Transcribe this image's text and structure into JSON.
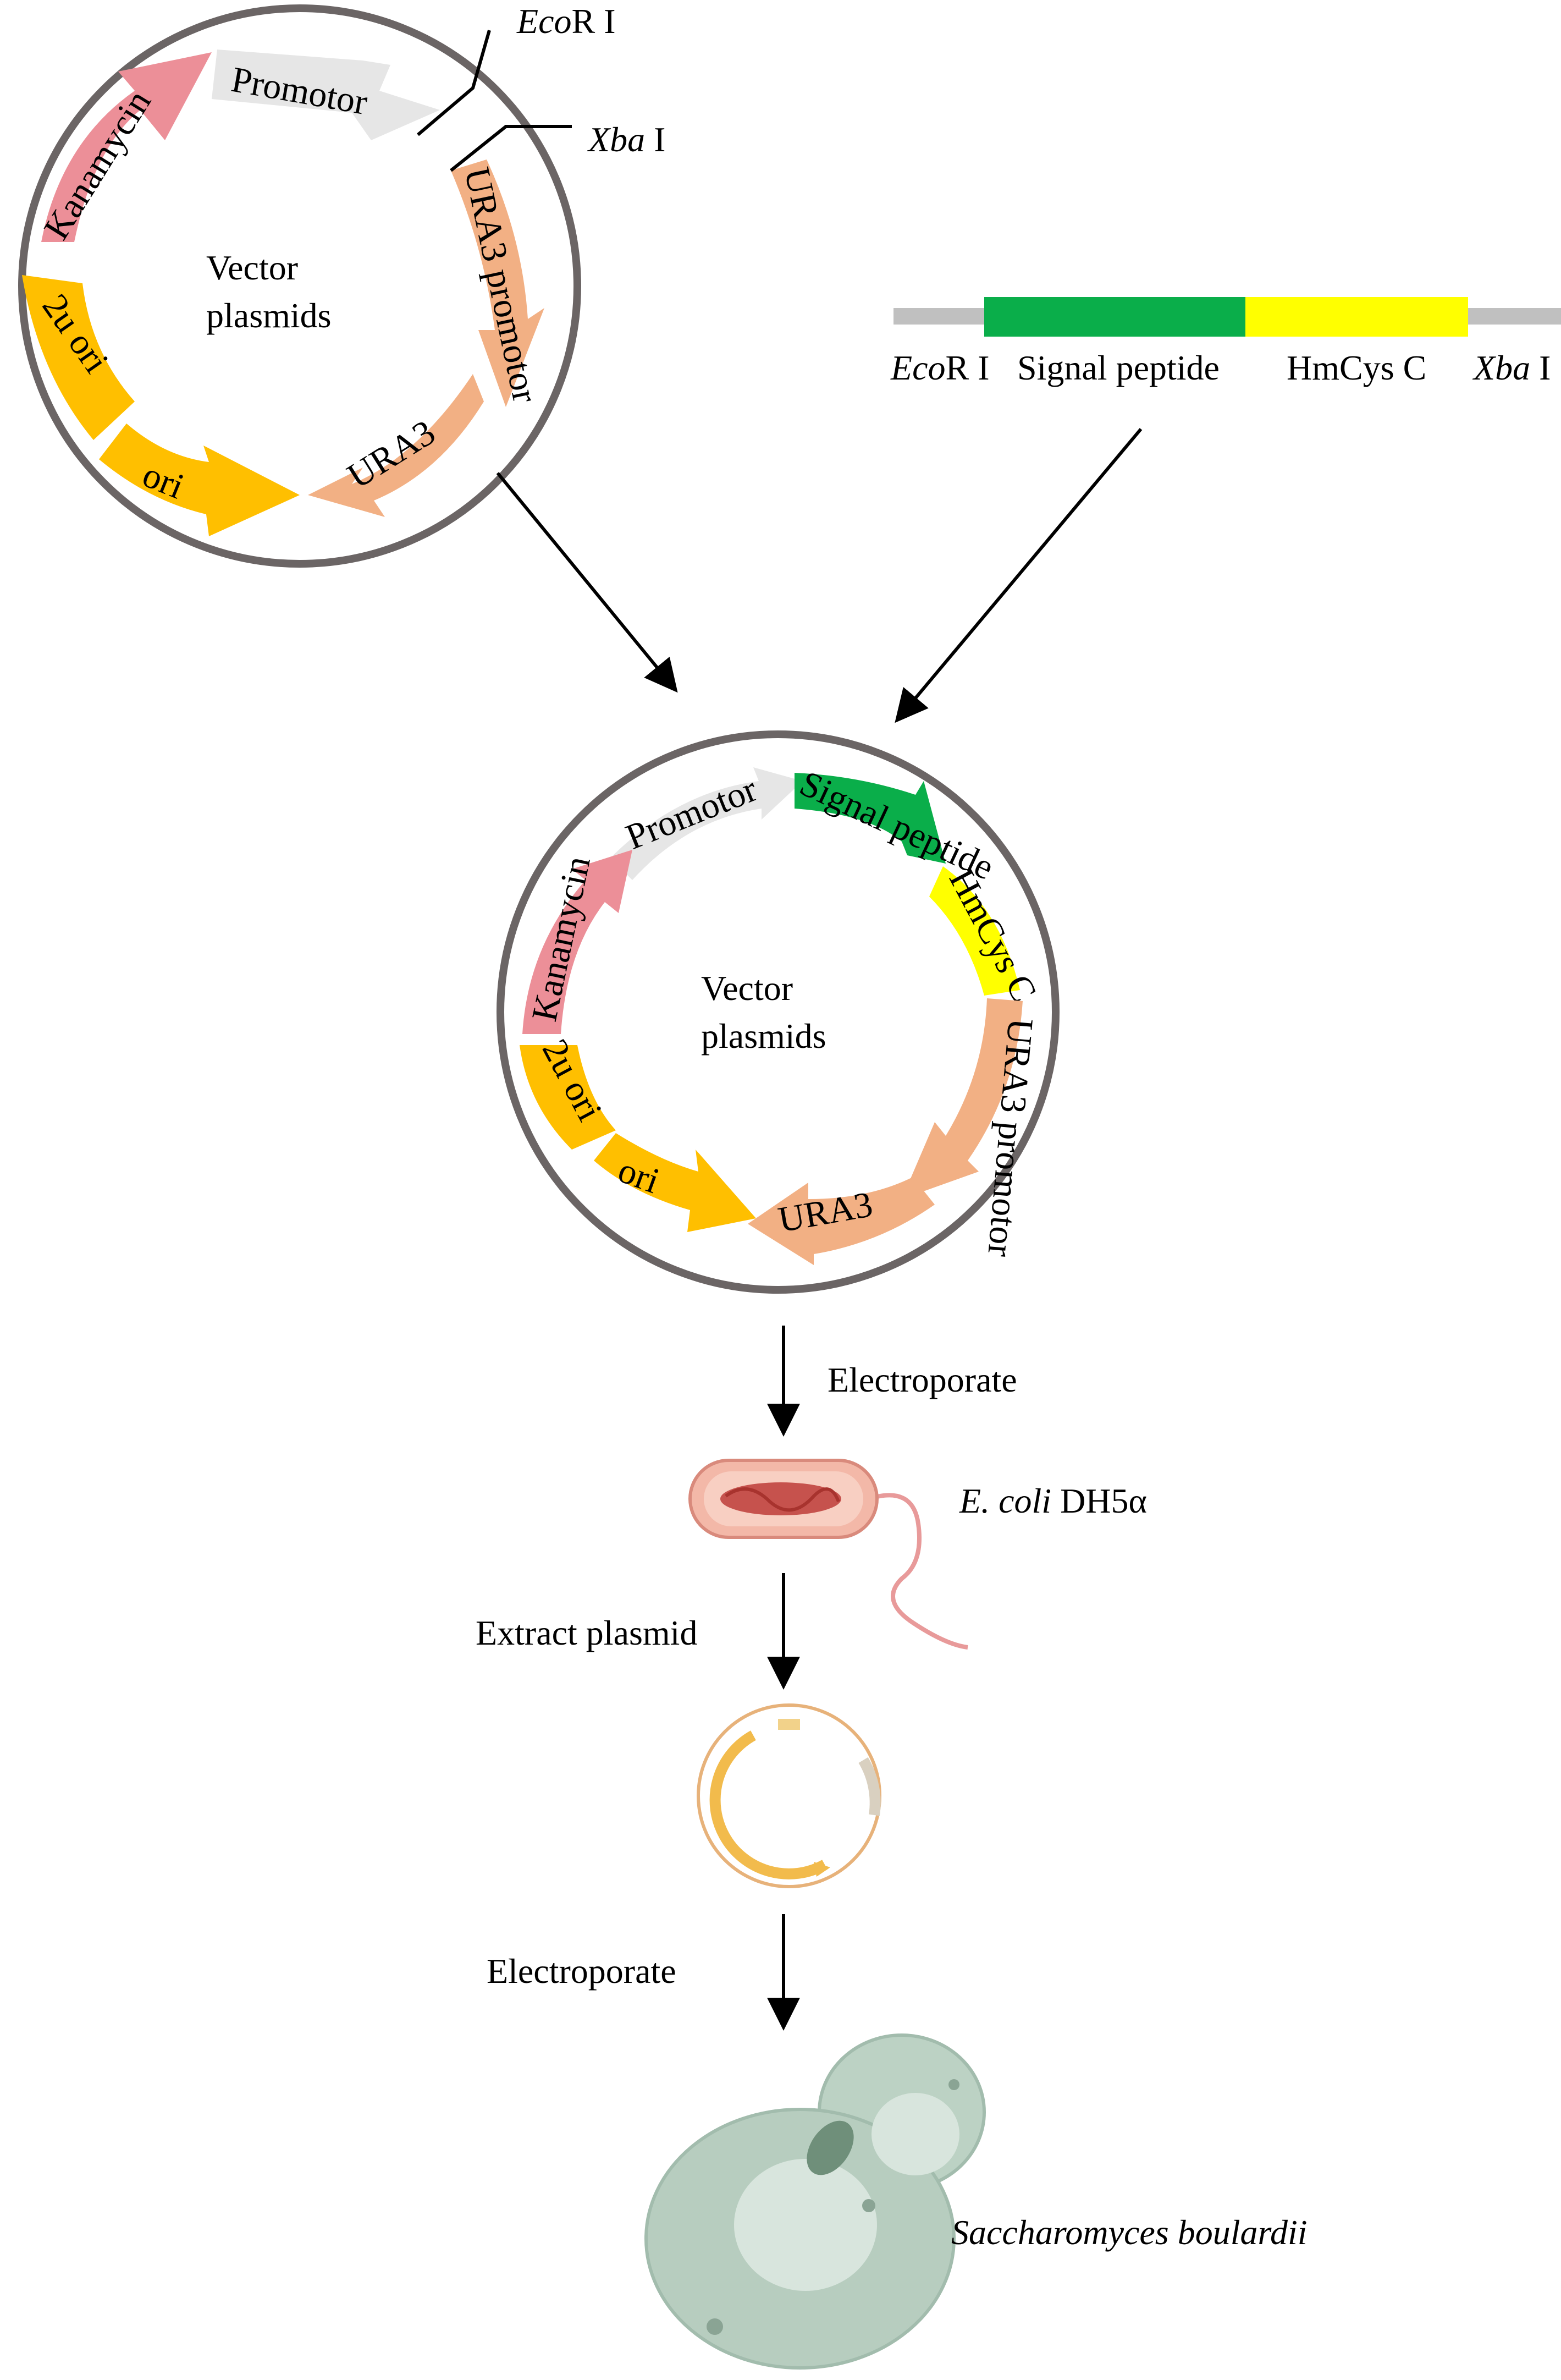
{
  "vector_plasmid": {
    "title_line1": "Vector",
    "title_line2": "plasmids",
    "segments": {
      "promotor": "Promotor",
      "kanamycin": "Kanamycin",
      "ura3_promotor": "URA3 promotor",
      "ura3": "URA3",
      "ori": "ori",
      "two_u_ori": "2u ori"
    },
    "sites": {
      "ecori_italic": "Eco",
      "ecori_rest": "R I",
      "xbai_italic": "Xba",
      "xbai_rest": " I"
    }
  },
  "insert": {
    "ecori_italic": "Eco",
    "ecori_rest": "R I",
    "signal_peptide": "Signal peptide",
    "hmcys_c": "HmCys C",
    "xbai_italic": "Xba",
    "xbai_rest": " I"
  },
  "recombinant_plasmid": {
    "title_line1": "Vector",
    "title_line2": "plasmids",
    "segments": {
      "promotor": "Promotor",
      "signal_peptide": "Signal peptide",
      "hmcys_c": "HmCys C",
      "ura3_promotor": "URA3 promotor",
      "ura3": "URA3",
      "ori": "ori",
      "two_u_ori": "2u ori",
      "kanamycin": "Kanamycin"
    }
  },
  "steps": {
    "electroporate_1": "Electroporate",
    "ecoli_italic": "E. coli",
    "ecoli_rest": " DH5α",
    "extract_plasmid": "Extract plasmid",
    "electroporate_2": "Electroporate",
    "yeast": "Saccharomyces boulardii"
  },
  "colors": {
    "promotor": "#e6e6e6",
    "kanamycin": "#ec8f98",
    "ura3": "#f2b084",
    "ori": "#ffbf00",
    "signal_peptide": "#0aae4a",
    "hmcys_c": "#ffff00",
    "backbone_line": "#c0c0c0",
    "ring": "#6b6565"
  }
}
